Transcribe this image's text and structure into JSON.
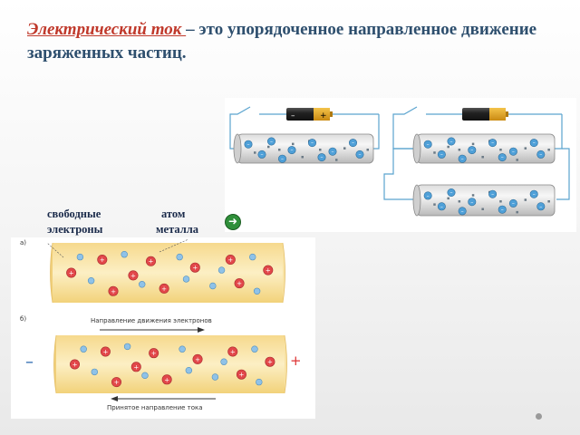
{
  "title": {
    "term": "Электрический ток ",
    "rest": "– это упорядоченное направленное движение заряженных частиц."
  },
  "labels": {
    "free_electrons_1": "свободные",
    "free_electrons_2": "электроны",
    "atom_1": "атом",
    "atom_2": "металла"
  },
  "diagram": {
    "part_a": "а)",
    "part_b": "б)",
    "electron_direction": "Направление движения электронов",
    "current_direction": "Принятое направление тока",
    "minus": "–",
    "plus": "+"
  },
  "battery": {
    "minus": "–",
    "plus": "+"
  },
  "colors": {
    "accent_title": "#2e4f6e",
    "term": "#c0392b",
    "wire_blue": "#5ba4cf",
    "conductor": "#fbe8a6",
    "ion_red": "#e2474a",
    "electron_blue": "#4fa0d8"
  },
  "icons": {
    "next": "arrow-right-circle-icon",
    "slide": "slide-dot-icon"
  }
}
